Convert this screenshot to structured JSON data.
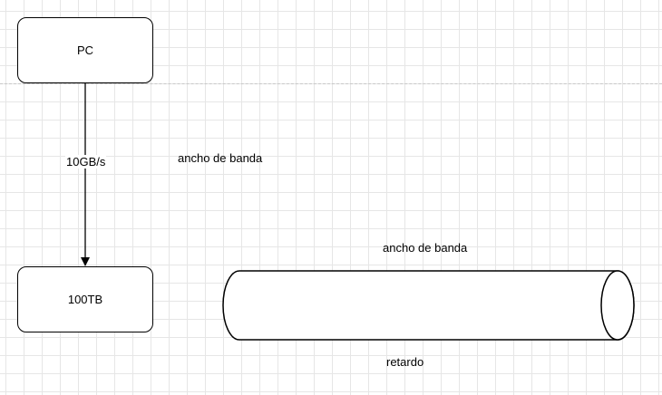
{
  "diagram": {
    "nodes": {
      "pc": "PC",
      "storage": "100TB"
    },
    "edge_label": "10GB/s",
    "labels": {
      "bandwidth_left": "ancho de banda",
      "bandwidth_pipe": "ancho de banda",
      "delay": "retardo"
    }
  }
}
